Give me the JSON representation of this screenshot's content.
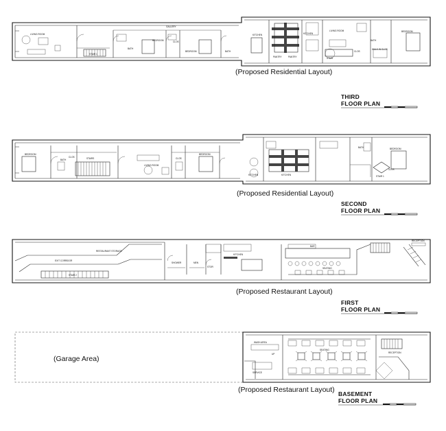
{
  "plans": [
    {
      "id": "third",
      "caption": "(Proposed Residential Layout)",
      "title_line1": "THIRD",
      "title_line2": "FLOOR PLAN",
      "rooms": [
        "LIVING ROOM",
        "GALLERY",
        "BEDROOM",
        "BATH",
        "BEDROOM",
        "BATH",
        "CLOS",
        "STAIR 1",
        "KITCHEN",
        "PANTRY",
        "PANTRY",
        "KITCHEN",
        "LIVING ROOM",
        "BATH",
        "BEDROOM",
        "STAIR",
        "CLOS",
        "WALK-IN CLOS"
      ]
    },
    {
      "id": "second",
      "caption": "(Proposed Residential Layout)",
      "title_line1": "SECOND",
      "title_line2": "FLOOR PLAN",
      "rooms": [
        "BEDROOM",
        "BATH",
        "CLOS",
        "STAIRS",
        "LIVING ROOM",
        "BEDROOM",
        "CLOS",
        "KITCHEN",
        "KITCHEN",
        "BATH",
        "BEDROOM",
        "STAIR 1",
        "CLOS"
      ]
    },
    {
      "id": "first",
      "caption": "(Proposed Restaurant Layout)",
      "title_line1": "FIRST",
      "title_line2": "FLOOR PLAN",
      "rooms": [
        "RESTAURANT STORAGE",
        "EXIT CORRIDOR",
        "STAIR 2",
        "SHOWER",
        "MEN",
        "STOR",
        "KITCHEN",
        "BAR",
        "SEATING",
        "RECEPTION"
      ]
    },
    {
      "id": "basement",
      "caption": "(Proposed Restaurant Layout)",
      "title_line1": "BASEMENT",
      "title_line2": "FLOOR PLAN",
      "garage_label": "(Garage Area)",
      "rooms": [
        "WASH AREA",
        "UP",
        "SERVICE",
        "SEATING",
        "RECEPTION"
      ]
    }
  ]
}
